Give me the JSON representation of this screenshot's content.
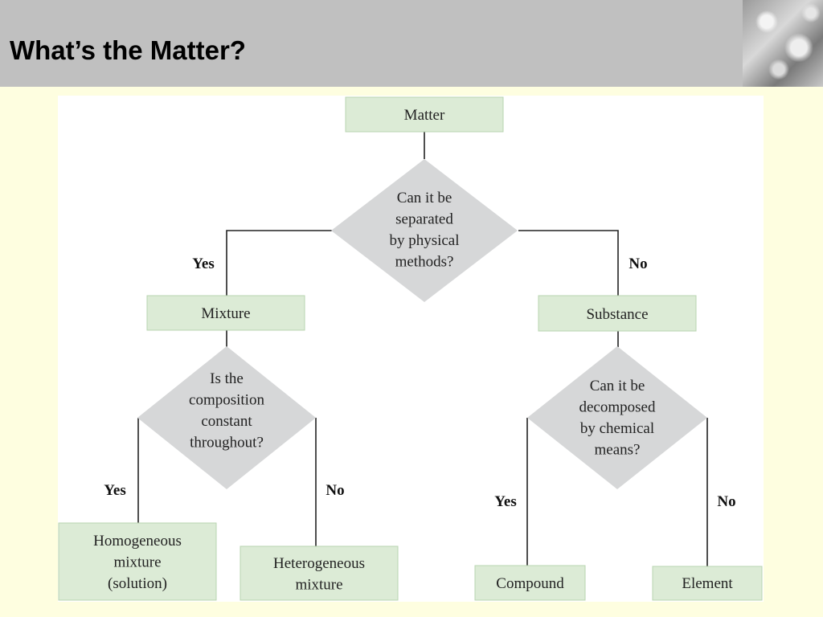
{
  "slide": {
    "title": "What’s the Matter?"
  },
  "flowchart": {
    "nodes": {
      "matter": {
        "lines": [
          "Matter"
        ]
      },
      "q_physical": {
        "lines": [
          "Can it be",
          "separated",
          "by physical",
          "methods?"
        ]
      },
      "mixture": {
        "lines": [
          "Mixture"
        ]
      },
      "substance": {
        "lines": [
          "Substance"
        ]
      },
      "q_composition": {
        "lines": [
          "Is the",
          "composition",
          "constant",
          "throughout?"
        ]
      },
      "q_chemical": {
        "lines": [
          "Can it be",
          "decomposed",
          "by chemical",
          "means?"
        ]
      },
      "homogeneous": {
        "lines": [
          "Homogeneous",
          "mixture",
          "(solution)"
        ]
      },
      "heterogeneous": {
        "lines": [
          "Heterogeneous",
          "mixture"
        ]
      },
      "compound": {
        "lines": [
          "Compound"
        ]
      },
      "element": {
        "lines": [
          "Element"
        ]
      }
    },
    "branch_labels": {
      "physical_yes": "Yes",
      "physical_no": "No",
      "composition_yes": "Yes",
      "composition_no": "No",
      "chemical_yes": "Yes",
      "chemical_no": "No"
    },
    "colors": {
      "box_fill": "#dcebd6",
      "box_stroke": "#b9d4b0",
      "diamond_fill": "#d6d7d8",
      "line": "#222222"
    }
  }
}
